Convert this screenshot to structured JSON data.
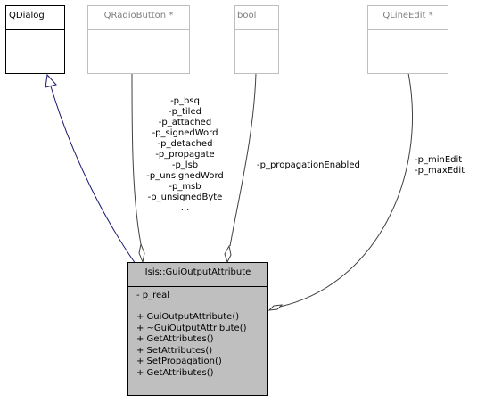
{
  "classes": {
    "qdialog": {
      "name": "QDialog",
      "attributes": [],
      "methods": []
    },
    "qradiobutton": {
      "name": "QRadioButton *",
      "attributes": [],
      "methods": []
    },
    "bool": {
      "name": "bool",
      "attributes": [],
      "methods": []
    },
    "qlineedit": {
      "name": "QLineEdit *",
      "attributes": [],
      "methods": []
    },
    "main": {
      "name": "Isis::GuiOutputAttribute",
      "attributes": [
        "- p_real"
      ],
      "methods": [
        "+ GuiOutputAttribute()",
        "+ ~GuiOutputAttribute()",
        "+ GetAttributes()",
        "+ SetAttributes()",
        "+ SetPropagation()",
        "+ GetAttributes()"
      ]
    }
  },
  "edges": {
    "radio_labels": [
      "-p_bsq",
      "-p_tiled",
      "-p_attached",
      "-p_signedWord",
      "-p_detached",
      "-p_propagate",
      "-p_lsb",
      "-p_unsignedWord",
      "-p_msb",
      "-p_unsignedByte",
      "..."
    ],
    "bool_label": "-p_propagationEnabled",
    "lineedit_labels": [
      "-p_minEdit",
      "-p_maxEdit"
    ]
  },
  "colors": {
    "inheritance_arrow": "#191970",
    "main_box_fill": "#bfbfbf",
    "external_box_border": "#bfbfbf",
    "external_box_text": "#7f7f7f"
  }
}
